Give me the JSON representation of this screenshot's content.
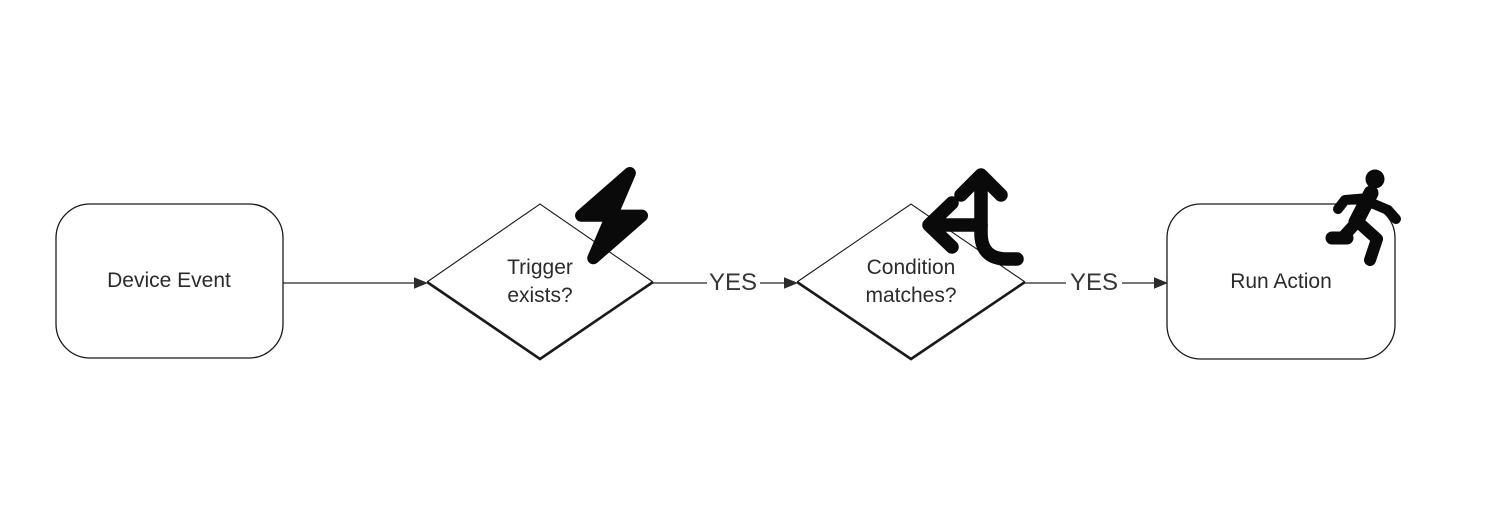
{
  "diagram": {
    "title": "automation-flowchart",
    "background_color": "#ffffff",
    "shape_fill": "#ffffff",
    "shape_stroke": "#1a1a1a",
    "line_color": "#4a4a4a",
    "text_color": "#2b2b2b",
    "icon_color": "#0a0a0a",
    "nodes": [
      {
        "id": "device-event",
        "type": "rounded-rect",
        "label": "Device Event",
        "icon": null
      },
      {
        "id": "trigger-exists",
        "type": "decision-diamond",
        "label": "Trigger exists?",
        "icon": "lightning-bolt-icon"
      },
      {
        "id": "condition-matches",
        "type": "decision-diamond",
        "label": "Condition matches?",
        "icon": "arrows-split-up-left-icon"
      },
      {
        "id": "run-action",
        "type": "rounded-rect",
        "label": "Run Action",
        "icon": "person-running-icon"
      }
    ],
    "edges": [
      {
        "from": "device-event",
        "to": "trigger-exists",
        "label": ""
      },
      {
        "from": "trigger-exists",
        "to": "condition-matches",
        "label": "YES"
      },
      {
        "from": "condition-matches",
        "to": "run-action",
        "label": "YES"
      }
    ]
  }
}
